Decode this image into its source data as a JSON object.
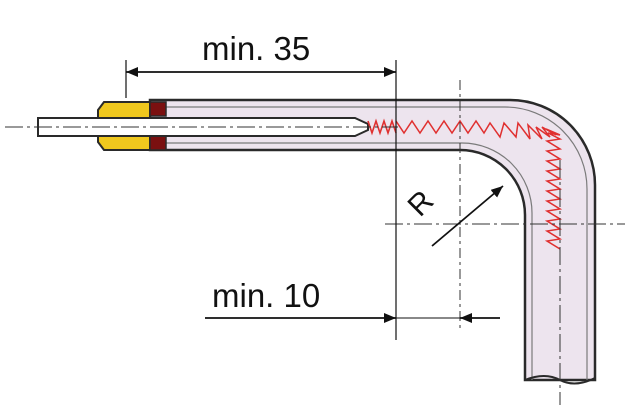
{
  "labels": {
    "dim_top": "min. 35",
    "dim_bottom": "min. 10",
    "radius": "R"
  },
  "colors": {
    "tube_fill": "#ede4ee",
    "tube_stroke": "#2a2a2a",
    "fitting_yellow": "#f0c81e",
    "seal_dark_red": "#7a1010",
    "heating_wire": "#e03030",
    "probe_fill": "#ffffff",
    "line": "#111111"
  }
}
